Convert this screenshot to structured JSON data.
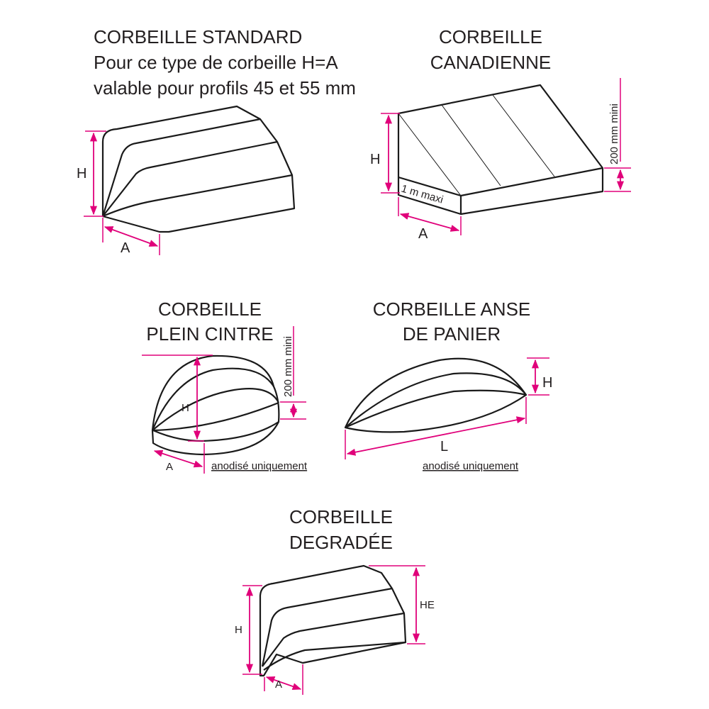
{
  "colors": {
    "dimension": "#e0007a",
    "outline": "#1a1a1a"
  },
  "standard": {
    "title": "CORBEILLE STANDARD",
    "line2": "Pour ce type de corbeille H=A",
    "line3": "valable pour profils 45 et 55 mm",
    "h": "H",
    "a": "A"
  },
  "canadienne": {
    "title1": "CORBEILLE",
    "title2": "CANADIENNE",
    "h": "H",
    "a": "A",
    "width_note": "1 m maxi",
    "min_note": "200 mm mini"
  },
  "plein_cintre": {
    "title1": "CORBEILLE",
    "title2": "PLEIN CINTRE",
    "h": "H",
    "a": "A",
    "min_note": "200 mm mini",
    "note": "anodisé uniquement"
  },
  "anse_panier": {
    "title1": "CORBEILLE ANSE",
    "title2": "DE PANIER",
    "h": "H",
    "l": "L",
    "note": "anodisé uniquement"
  },
  "degradee": {
    "title1": "CORBEILLE",
    "title2": "DEGRADÉE",
    "h": "H",
    "he": "HE",
    "a": "A"
  }
}
